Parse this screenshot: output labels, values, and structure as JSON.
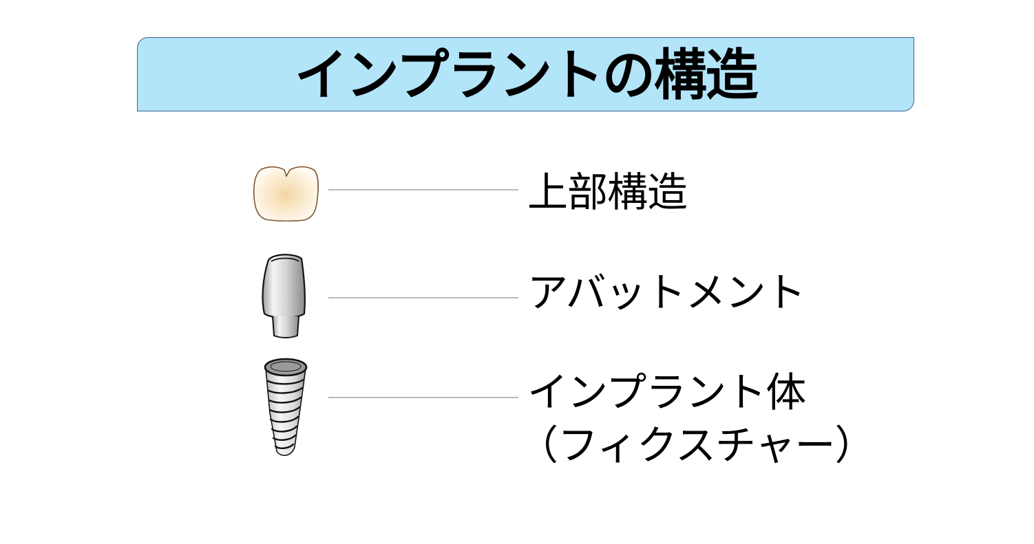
{
  "slide": {
    "title": "インプラントの構造",
    "colors": {
      "title_fill": "#b3e5f9",
      "title_border": "#3a5f96",
      "connector_line": "#b8b8b8",
      "text": "#000000"
    }
  },
  "parts": [
    {
      "icon": "tooth-crown-icon",
      "label": "上部構造"
    },
    {
      "icon": "abutment-icon",
      "label": "アバットメント"
    },
    {
      "icon": "implant-fixture-screw-icon",
      "label_line1": "インプラント体",
      "label_line2": "（フィクスチャー）"
    }
  ]
}
